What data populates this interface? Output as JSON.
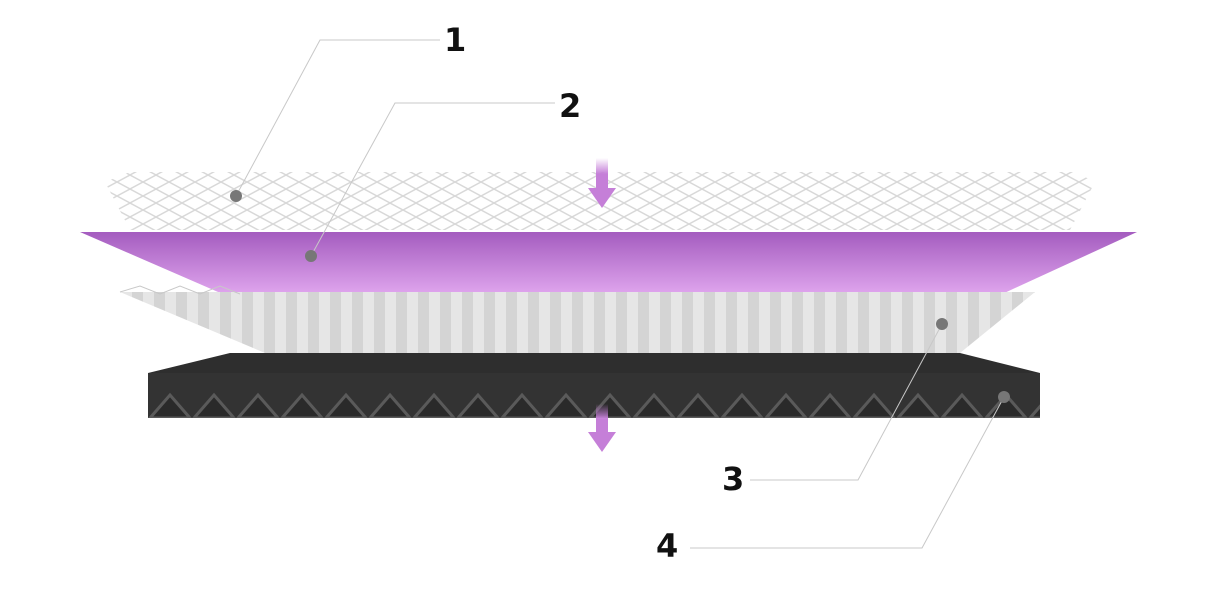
{
  "diagram": {
    "layers": [
      {
        "label": "1",
        "part": "mesh"
      },
      {
        "label": "2",
        "part": "purple-layer"
      },
      {
        "label": "3",
        "part": "pleated-layer"
      },
      {
        "label": "4",
        "part": "dark-base"
      }
    ],
    "colors": {
      "purple_top": "#a45cbf",
      "purple_bottom": "#e0a6ee",
      "arrow": "#c57fd8",
      "base": "#333333",
      "leader": "#c8c8c8",
      "dot": "#777777"
    }
  }
}
